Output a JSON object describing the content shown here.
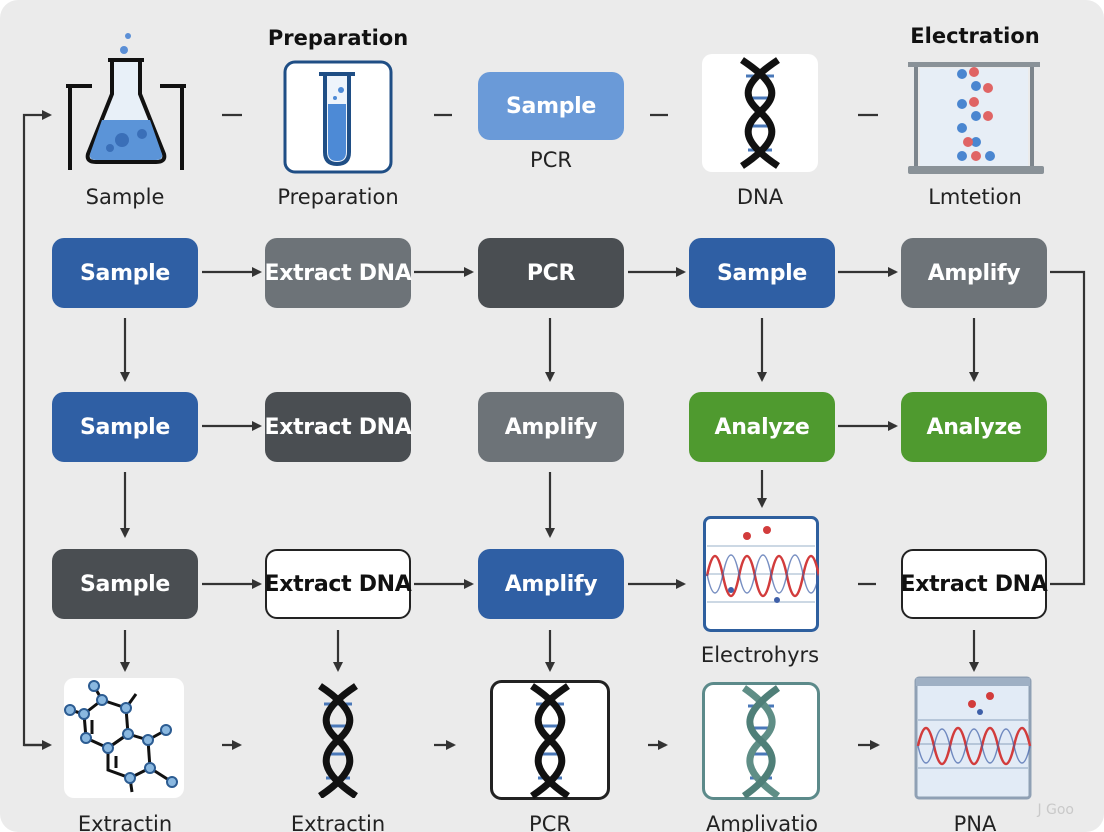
{
  "headings": {
    "preparation": "Preparation",
    "electration": "Electration"
  },
  "top_row": {
    "sample_caption": "Sample",
    "preparation_caption": "Preparation",
    "sample_box": "Sample",
    "pcr_caption": "PCR",
    "dna_caption": "DNA",
    "lmtetion_caption": "Lmtetion"
  },
  "rows": {
    "row1": [
      "Sample",
      "Extract DNA",
      "PCR",
      "Sample",
      "Amplify"
    ],
    "row2": [
      "Sample",
      "Extract DNA",
      "Amplify",
      "Analyze",
      "Analyze"
    ],
    "row3": [
      "Sample",
      "Extract DNA",
      "Amplify",
      "Extract DNA"
    ]
  },
  "electrophoresis_caption": "Electrohyrs",
  "bottom_captions": [
    "Extractin",
    "Extractin",
    "PCR",
    "Amplivatio",
    "PNA"
  ],
  "watermark": "J Goo",
  "colors": {
    "blue": "#2f5fa4",
    "gray": "#6d7378",
    "dark": "#4a4e52",
    "green": "#4f9a2f",
    "light_blue": "#6a9ad8",
    "background": "#ebebeb"
  }
}
